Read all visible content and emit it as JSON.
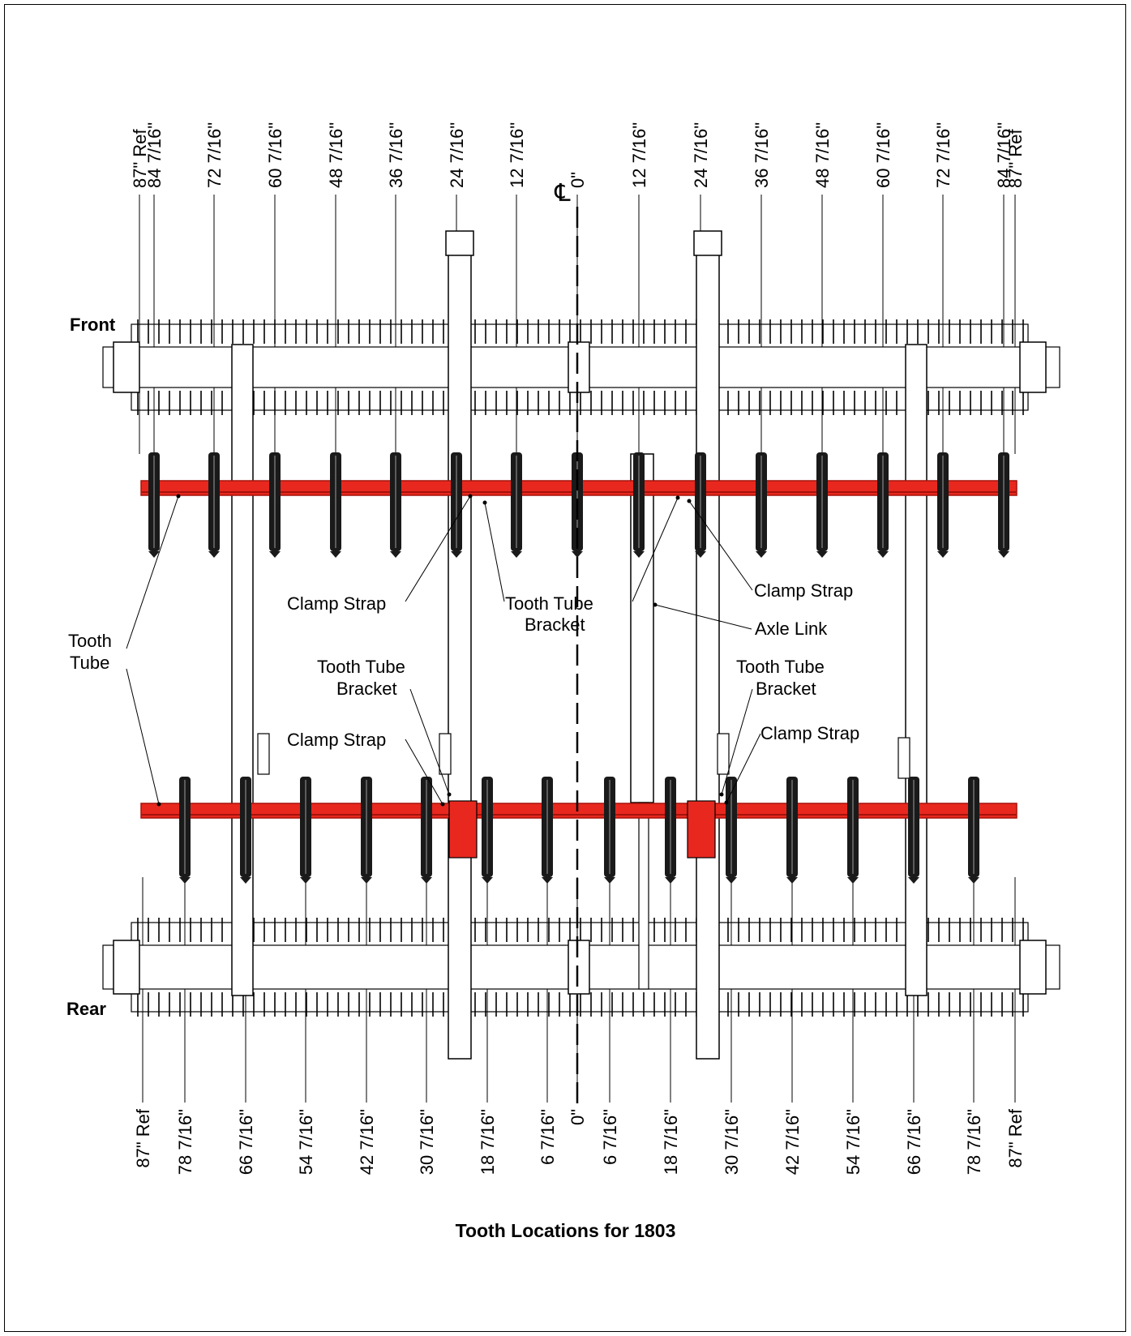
{
  "front_dims": [
    "87\" Ref",
    "84 7/16\"",
    "72 7/16\"",
    "60 7/16\"",
    "48 7/16\"",
    "36 7/16\"",
    "24 7/16\"",
    "12 7/16\"",
    "0\"",
    "12 7/16\"",
    "24 7/16\"",
    "36 7/16\"",
    "48 7/16\"",
    "60 7/16\"",
    "72 7/16\"",
    "84 7/16\"",
    "87\" Ref"
  ],
  "rear_dims": [
    "87\" Ref",
    "78 7/16\"",
    "66 7/16\"",
    "54 7/16\"",
    "42 7/16\"",
    "30 7/16\"",
    "18 7/16\"",
    "6 7/16\"",
    "0\"",
    "6 7/16\"",
    "18 7/16\"",
    "30 7/16\"",
    "42 7/16\"",
    "54 7/16\"",
    "66 7/16\"",
    "78 7/16\"",
    "87\" Ref"
  ],
  "centerline_symbol": "℄",
  "labels": {
    "front": "Front",
    "rear": "Rear",
    "tooth_tube_1": "Tooth",
    "tooth_tube_2": "Tube",
    "clamp_strap_upper_left": "Clamp Strap",
    "clamp_strap_upper_right": "Clamp Strap",
    "ttb_center_1": "Tooth Tube",
    "ttb_center_2": "Bracket",
    "axle_link": "Axle Link",
    "ttb_left_1": "Tooth Tube",
    "ttb_left_2": "Bracket",
    "ttb_right_1": "Tooth Tube",
    "ttb_right_2": "Bracket",
    "clamp_strap_lower_left": "Clamp Strap",
    "clamp_strap_lower_right": "Clamp Strap"
  },
  "colors": {
    "tube": "#e8281e",
    "tube_shade": "#a5120b",
    "tooth": "#1a1a1a"
  },
  "caption": "Tooth Locations for 1803"
}
